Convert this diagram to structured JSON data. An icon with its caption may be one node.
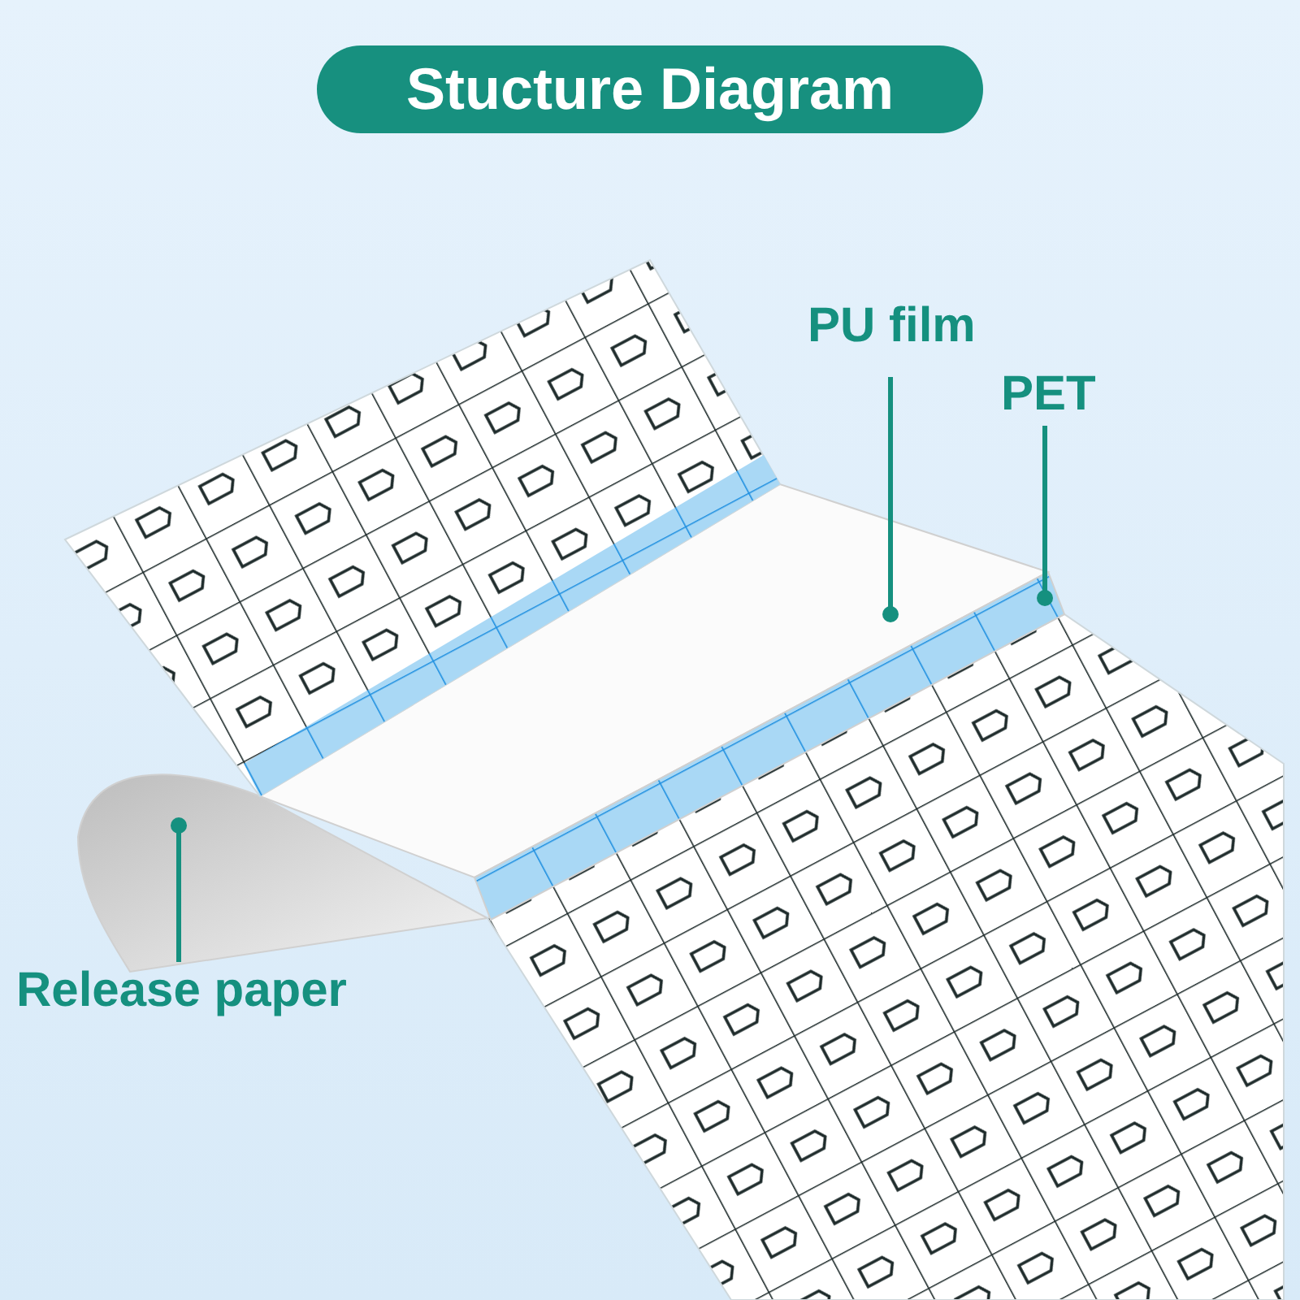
{
  "diagram": {
    "title": "Stucture Diagram",
    "nodes": [
      {
        "text": [
          "PU film"
        ]
      },
      {
        "text": [
          "PET"
        ]
      },
      {
        "text": [
          "Release paper"
        ]
      },
      {
        "text": [],
        "shape": "box"
      },
      {
        "text": [],
        "shape": "bar"
      },
      {
        "text": [],
        "shape": "picture"
      }
    ],
    "edges": [
      {
        "from": 0,
        "to": 3,
        "arrow": "other"
      },
      {
        "from": 1,
        "to": 4,
        "arrow": "other"
      },
      {
        "from": 2,
        "to": 5,
        "arrow": "other"
      }
    ]
  }
}
